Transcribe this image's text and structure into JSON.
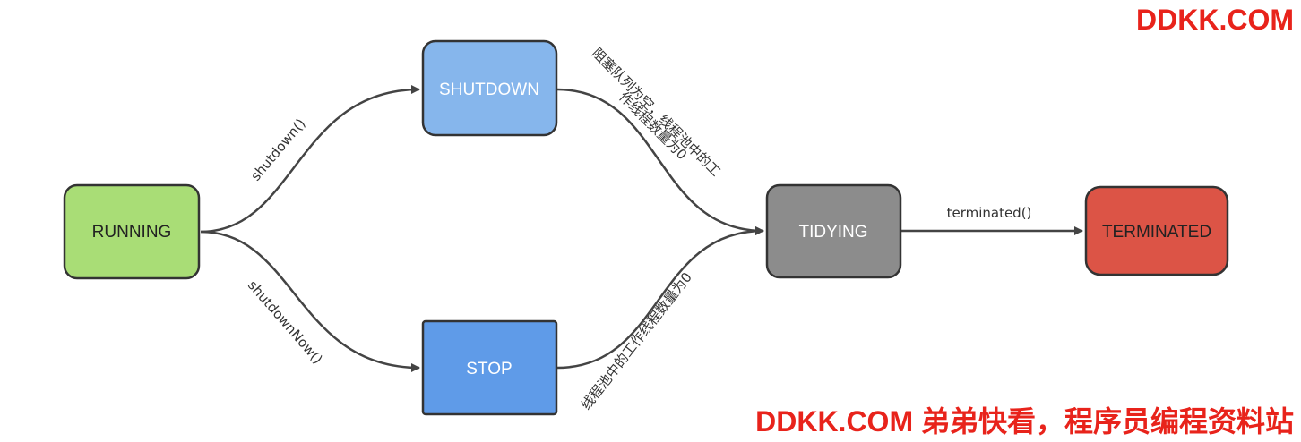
{
  "nodes": {
    "running": {
      "label": "RUNNING",
      "fill": "#a9dd76",
      "text_color": "#222222"
    },
    "shutdown": {
      "label": "SHUTDOWN",
      "fill": "#86b6ec",
      "text_color": "#ffffff"
    },
    "stop": {
      "label": "STOP",
      "fill": "#5f9be8",
      "text_color": "#ffffff"
    },
    "tidying": {
      "label": "TIDYING",
      "fill": "#8c8c8c",
      "text_color": "#ffffff"
    },
    "terminated": {
      "label": "TERMINATED",
      "fill": "#dc5446",
      "text_color": "#222222"
    }
  },
  "edges": {
    "shutdown_call": "shutdown()",
    "shutdown_now_call": "shutdownNow()",
    "shutdown_to_tidying_line1": "阻塞队列为空，线程池中的工",
    "shutdown_to_tidying_line2": "作线程数量为0",
    "stop_to_tidying": "线程池中的工作线程数量为0",
    "terminated_call": "terminated()"
  },
  "watermark": {
    "top": "DDKK.COM",
    "bottom": "DDKK.COM 弟弟快看，程序员编程资料站"
  },
  "colors": {
    "edge": "#444444",
    "node_border": "#333333",
    "watermark": "#e8231b"
  }
}
